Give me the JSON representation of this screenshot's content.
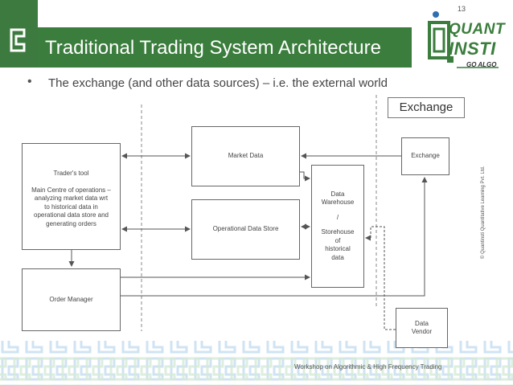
{
  "slide": {
    "number": "13",
    "title": "Traditional Trading System Architecture",
    "bullet": "The exchange (and other data sources) – i.e. the external world",
    "exchange_label": "Exchange",
    "footer": "Workshop on Algorithmic & High Frequency Trading",
    "copyright": "© Quantinsti Quantitative Learning Pvt. Ltd."
  },
  "logo": {
    "word1": "QUANT",
    "word2": "INSTI",
    "tagline": "GO ALGO",
    "colors": {
      "green": "#3a7d3c",
      "blue": "#2f6fb0"
    }
  },
  "diagram": {
    "traders_tool": {
      "heading": "Trader's tool",
      "lines": [
        "Main Centre of operations –",
        "analyzing market data wrt",
        "to historical data in",
        "operational data store and",
        "generating orders"
      ]
    },
    "market_data": "Market Data",
    "operational_data_store": "Operational Data Store",
    "data_warehouse": [
      "Data",
      "Warehouse",
      "/",
      "Storehouse",
      "of",
      "historical",
      "data"
    ],
    "exchange_box": "Exchange",
    "order_manager": "Order Manager",
    "data_vendor": [
      "Data",
      "Vendor"
    ]
  },
  "colors": {
    "title_bar": "#3a7d3c",
    "decor_blue": "#cfe3f3",
    "decor_green": "#d5ead6"
  }
}
